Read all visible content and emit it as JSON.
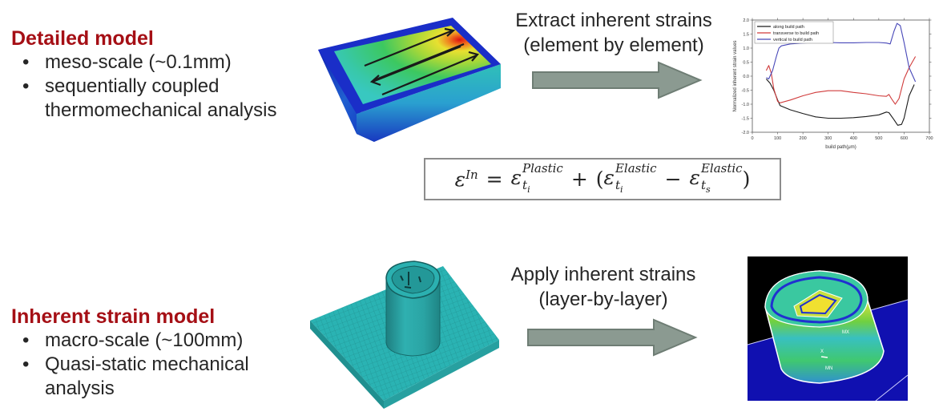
{
  "detailed_model": {
    "heading": "Detailed model",
    "bullets": [
      {
        "marker": "•",
        "lines": [
          "meso-scale (~0.1mm)"
        ]
      },
      {
        "marker": "•",
        "lines": [
          "sequentially coupled",
          "thermomechanical analysis"
        ]
      }
    ]
  },
  "inherent_strain_model": {
    "heading": "Inherent strain model",
    "bullets": [
      {
        "marker": "•",
        "lines": [
          "macro-scale (~100mm)"
        ]
      },
      {
        "marker": "•",
        "lines": [
          "Quasi-static mechanical",
          "analysis"
        ]
      }
    ]
  },
  "step_extract": {
    "line1": "Extract inherent strains",
    "line2": "(element by element)",
    "arrow_color": "#8a9a91"
  },
  "step_apply": {
    "line1": "Apply inherent strains",
    "line2": "(layer-by-layer)",
    "arrow_color": "#8a9a91"
  },
  "formula": {
    "lhs_symbol": "ε",
    "lhs_sup": "In",
    "equals": "=",
    "term1_symbol": "ε",
    "term1_sup": "Plastic",
    "term1_sub": "t",
    "term1_subsub": "i",
    "plus": "+",
    "open_paren": "(",
    "term2_symbol": "ε",
    "term2_sup": "Elastic",
    "term2_sub": "t",
    "term2_subsub": "i",
    "minus": "−",
    "term3_symbol": "ε",
    "term3_sup": "Elastic",
    "term3_sub": "t",
    "term3_subsub": "s",
    "close_paren": ")"
  },
  "meso_model_image": {
    "description": "meso-scale thermal contour block with scan path arrows"
  },
  "macro_mesh_image": {
    "description": "meshed cylindrical part on base plate"
  },
  "macro_result_image": {
    "labels": {
      "max": "MX",
      "min": "MN",
      "axis": "X"
    }
  },
  "chart_data": {
    "type": "line",
    "title": "",
    "xlabel": "build path(μm)",
    "ylabel": "Normalized inherent strain values",
    "xlim": [
      0,
      700
    ],
    "ylim": [
      -2.0,
      2.0
    ],
    "xticks": [
      0,
      100,
      200,
      300,
      400,
      500,
      600,
      700
    ],
    "yticks": [
      -2.0,
      -1.5,
      -1.0,
      -0.5,
      0.0,
      0.5,
      1.0,
      1.5,
      2.0
    ],
    "legend_position": "upper left",
    "grid": false,
    "series": [
      {
        "name": "along build path",
        "color": "#1a1a1a",
        "x": [
          55,
          70,
          85,
          100,
          110,
          150,
          200,
          250,
          300,
          350,
          400,
          450,
          500,
          530,
          540,
          560,
          575,
          590,
          600,
          620,
          640
        ],
        "y": [
          -0.1,
          -0.25,
          -0.5,
          -0.85,
          -1.05,
          -1.2,
          -1.33,
          -1.45,
          -1.5,
          -1.5,
          -1.48,
          -1.44,
          -1.38,
          -1.28,
          -1.3,
          -1.55,
          -1.75,
          -1.72,
          -1.5,
          -0.7,
          -0.3
        ]
      },
      {
        "name": "transverse to build path",
        "color": "#d03b3b",
        "x": [
          55,
          65,
          75,
          85,
          100,
          110,
          150,
          200,
          250,
          300,
          350,
          400,
          450,
          500,
          530,
          540,
          550,
          565,
          580,
          600,
          620,
          645
        ],
        "y": [
          0.2,
          0.38,
          0.1,
          -0.45,
          -0.9,
          -0.95,
          -0.85,
          -0.7,
          -0.58,
          -0.52,
          -0.52,
          -0.58,
          -0.63,
          -0.7,
          -0.72,
          -0.65,
          -0.8,
          -1.0,
          -0.8,
          -0.1,
          0.3,
          0.7
        ]
      },
      {
        "name": "vertical to build path",
        "color": "#4747b8",
        "x": [
          55,
          65,
          80,
          95,
          105,
          115,
          150,
          200,
          250,
          300,
          350,
          400,
          450,
          500,
          530,
          545,
          560,
          572,
          585,
          600,
          620,
          645
        ],
        "y": [
          -0.05,
          -0.1,
          0.2,
          0.7,
          1.0,
          1.08,
          1.15,
          1.18,
          1.2,
          1.2,
          1.19,
          1.19,
          1.2,
          1.2,
          1.18,
          1.15,
          1.6,
          1.88,
          1.8,
          1.2,
          0.3,
          -0.2
        ]
      }
    ]
  }
}
